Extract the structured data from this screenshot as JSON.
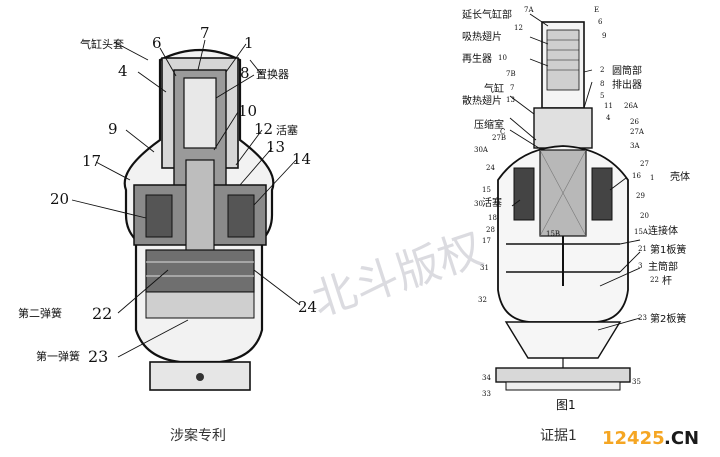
{
  "left_figure": {
    "labels": {
      "cylinder_head_sleeve": "气缸头套",
      "displacer": "置换器",
      "piston": "活塞",
      "second_spring": "第二弹簧",
      "first_spring": "第一弹簧"
    },
    "numbers": [
      "7",
      "6",
      "1",
      "4",
      "8",
      "10",
      "9",
      "12",
      "13",
      "17",
      "14",
      "20",
      "22",
      "24",
      "23"
    ],
    "caption": "涉案专利"
  },
  "right_figure": {
    "labels": {
      "extended_cylinder": "延长气缸部",
      "suction_fin": "吸热翅片",
      "regenerator": "再生器",
      "cylinder_part": "圆筒部",
      "discharger": "排出器",
      "cylinder": "气缸",
      "radiating_fin": "散热翅片",
      "compression_chamber": "压缩室",
      "housing": "壳体",
      "piston": "活塞",
      "connector": "连接体",
      "first_leaf_spring": "第1板簧",
      "main_cylinder": "主筒部",
      "rod": "杆",
      "second_leaf_spring": "第2板簧",
      "figure_title": "图1"
    },
    "numbers": [
      "7A",
      "E",
      "12",
      "6",
      "9",
      "10",
      "2",
      "7B",
      "8",
      "7",
      "5",
      "13",
      "11",
      "26A",
      "4",
      "26",
      "C",
      "27A",
      "27B",
      "3A",
      "30A",
      "27",
      "24",
      "16",
      "15",
      "29",
      "30",
      "18",
      "20",
      "15A",
      "15B",
      "17",
      "21",
      "28",
      "31",
      "3",
      "22",
      "32",
      "23",
      "34",
      "35",
      "33",
      "1"
    ],
    "caption": "证据1"
  },
  "watermark": "北斗版权",
  "brand": {
    "digits": "12425",
    "suffix": ".CN",
    "digit_color": "#f5a623",
    "suffix_color": "#1a1a1a"
  }
}
